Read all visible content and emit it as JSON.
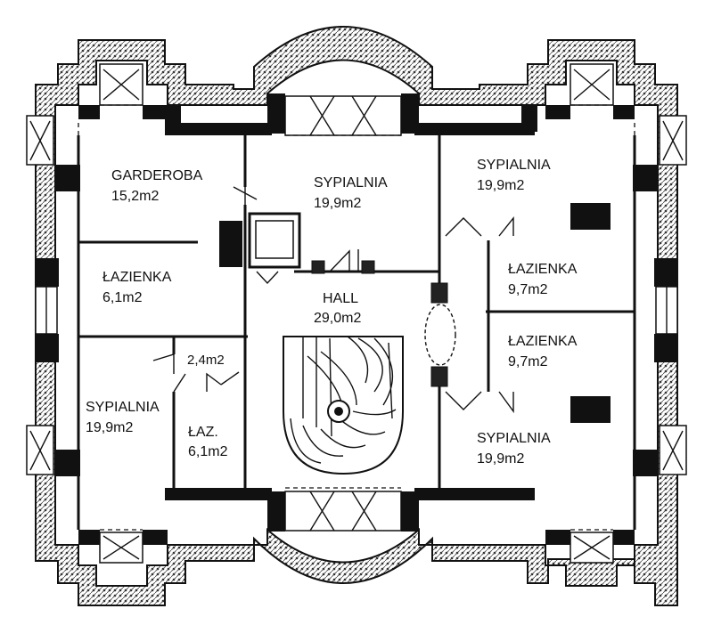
{
  "rooms": {
    "garderoba": {
      "name": "GARDEROBA",
      "area": "15,2m2"
    },
    "sypialnia_top": {
      "name": "SYPIALNIA",
      "area": "19,9m2"
    },
    "sypialnia_top_right": {
      "name": "SYPIALNIA",
      "area": "19,9m2"
    },
    "lazienka_left": {
      "name": "ŁAZIENKA",
      "area": "6,1m2"
    },
    "lazienka_right_upper": {
      "name": "ŁAZIENKA",
      "area": "9,7m2"
    },
    "lazienka_right_lower": {
      "name": "ŁAZIENKA",
      "area": "9,7m2"
    },
    "hall": {
      "name": "HALL",
      "area": "29,0m2"
    },
    "closet": {
      "area": "2,4m2"
    },
    "sypialnia_bottom_left": {
      "name": "SYPIALNIA",
      "area": "19,9m2"
    },
    "laz_small": {
      "name": "ŁAZ.",
      "area": "6,1m2"
    },
    "sypialnia_bottom_right": {
      "name": "SYPIALNIA",
      "area": "19,9m2"
    }
  },
  "icons": [
    "spiral-staircase-icon",
    "elevator-icon",
    "window-icon",
    "door-swing-icon"
  ]
}
